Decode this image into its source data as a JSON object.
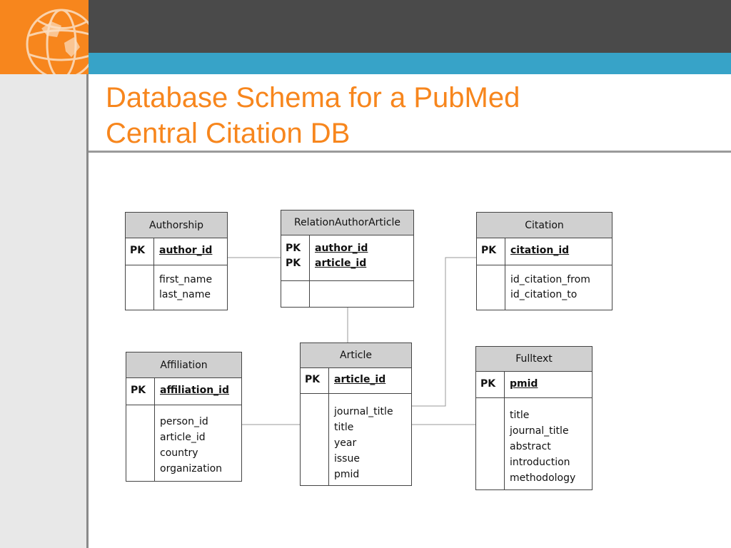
{
  "slide": {
    "title": "Database Schema for a PubMed\nCentral Citation DB"
  },
  "logo": {
    "icon": "globe-icon"
  },
  "colors": {
    "accent": "#f7861d",
    "banner": "#4a4a4a",
    "stripe": "#37a3c8",
    "header_fill": "#d0d0d0"
  },
  "entities": {
    "authorship": {
      "name": "Authorship",
      "pk_labels": [
        "PK"
      ],
      "pk_fields": [
        "author_id"
      ],
      "fields": [
        "first_name",
        "last_name"
      ]
    },
    "relation": {
      "name": "RelationAuthorArticle",
      "pk_labels": [
        "PK",
        "PK"
      ],
      "pk_fields": [
        "author_id",
        "article_id"
      ],
      "fields": []
    },
    "citation": {
      "name": "Citation",
      "pk_labels": [
        "PK"
      ],
      "pk_fields": [
        "citation_id"
      ],
      "fields": [
        "id_citation_from",
        "id_citation_to"
      ]
    },
    "affiliation": {
      "name": "Affiliation",
      "pk_labels": [
        "PK"
      ],
      "pk_fields": [
        "affiliation_id"
      ],
      "fields": [
        "person_id",
        "article_id",
        "country",
        "organization"
      ]
    },
    "article": {
      "name": "Article",
      "pk_labels": [
        "PK"
      ],
      "pk_fields": [
        "article_id"
      ],
      "fields": [
        "journal_title",
        "title",
        "year",
        "issue",
        "pmid"
      ]
    },
    "fulltext": {
      "name": "Fulltext",
      "pk_labels": [
        "PK"
      ],
      "pk_fields": [
        "pmid"
      ],
      "fields": [
        "title",
        "journal_title",
        "abstract",
        "introduction",
        "methodology"
      ]
    }
  }
}
